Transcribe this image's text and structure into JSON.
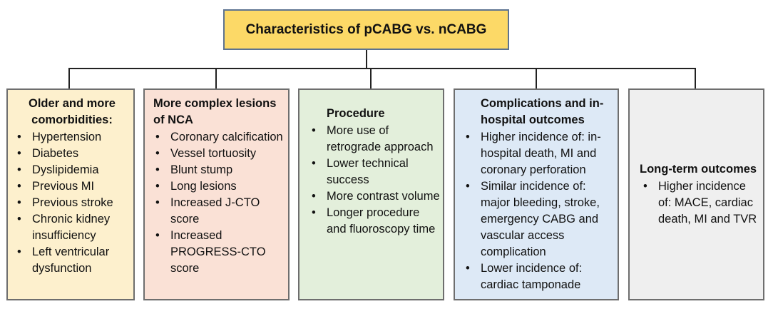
{
  "title": "Characteristics of pCABG vs. nCABG",
  "colors": {
    "title_fill": "#fcd967",
    "title_border": "#5d7391",
    "connector": "#222222",
    "box_border": "#6e6e6e",
    "box_fills": [
      "#fdf0cd",
      "#fae1d6",
      "#e3efdb",
      "#dde9f6",
      "#efefef"
    ]
  },
  "boxes": [
    {
      "heading": "Older and more comorbidities:",
      "items": [
        "Hypertension",
        "Diabetes",
        "Dyslipidemia",
        "Previous MI",
        "Previous stroke",
        "Chronic kidney insufficiency",
        "Left ventricular dysfunction"
      ]
    },
    {
      "heading": "More complex lesions of NCA",
      "items": [
        "Coronary calcification",
        "Vessel tortuosity",
        "Blunt stump",
        "Long lesions",
        "Increased J-CTO score",
        "Increased PROGRESS-CTO score"
      ]
    },
    {
      "heading": "Procedure",
      "items": [
        "More use of retrograde approach",
        "Lower technical success",
        "More contrast volume",
        "Longer procedure and fluoroscopy time"
      ]
    },
    {
      "heading": "Complications and in-hospital outcomes",
      "items": [
        "Higher incidence of: in-hospital death, MI and coronary perforation",
        "Similar incidence of: major bleeding, stroke, emergency CABG and vascular access complication",
        "Lower incidence of: cardiac tamponade"
      ]
    },
    {
      "heading": "Long-term outcomes",
      "items": [
        "Higher incidence of: MACE, cardiac death, MI and TVR"
      ]
    }
  ]
}
